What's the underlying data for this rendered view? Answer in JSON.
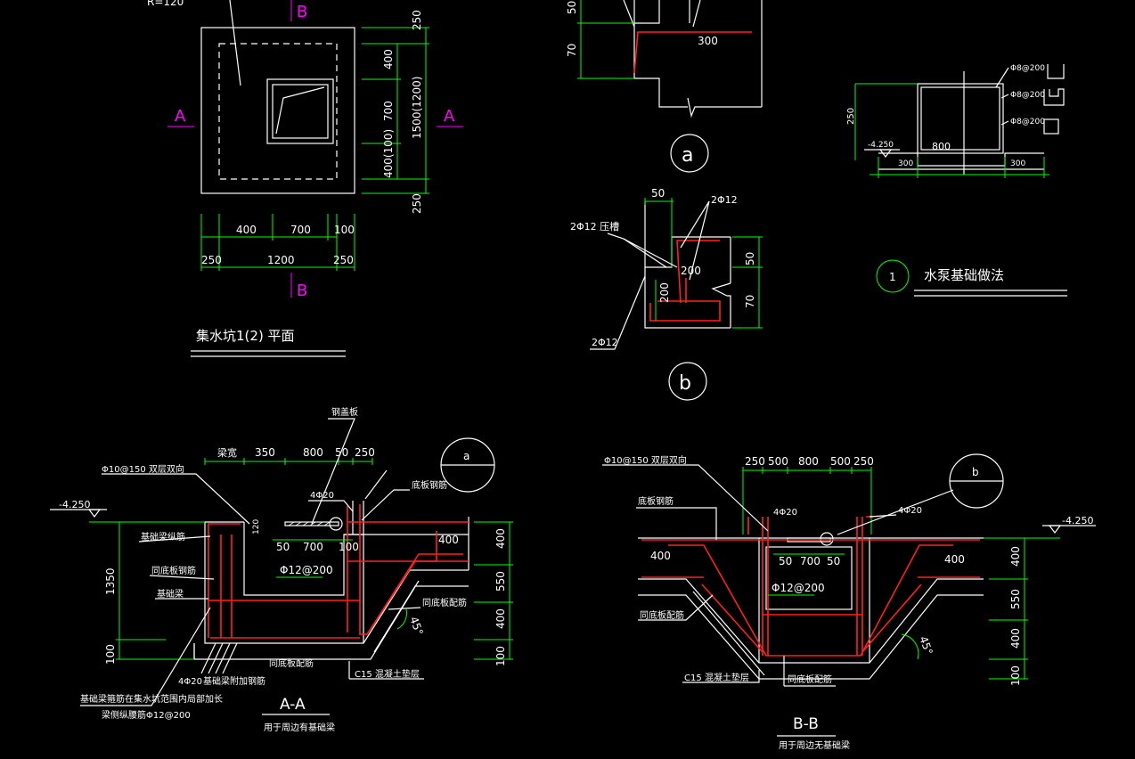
{
  "plan": {
    "note_top": "R=120",
    "section_b": "B",
    "section_a": "A",
    "dims_h_top": [
      "400",
      "700",
      "100"
    ],
    "dims_h_bottom": [
      "250",
      "1200",
      "250"
    ],
    "dims_v_inner": [
      "400",
      "700",
      "400(100)"
    ],
    "dims_v_outer": [
      "250",
      "1500(1200)",
      "250"
    ],
    "title": "集水坑1(2) 平面"
  },
  "detail_a": {
    "dims": [
      "50",
      "70",
      "300"
    ],
    "label": "a"
  },
  "detail_b": {
    "dim_top": "50",
    "bar_top": "2Φ12",
    "bar_left": "2Φ12 压槽",
    "bar_bottom": "2Φ12",
    "dims_inner": [
      "200",
      "200"
    ],
    "dims_right": [
      "50",
      "70"
    ],
    "label": "b"
  },
  "pump": {
    "bars": [
      "Φ8@200",
      "Φ8@200",
      "Φ8@200"
    ],
    "dim_h": "250",
    "elev": "-4.250",
    "dims_bottom": [
      "300",
      "800",
      "300"
    ],
    "circle_no": "1",
    "title": "水泵基础做法"
  },
  "section_aa": {
    "top_labels": [
      "梁宽",
      "350",
      "800",
      "50",
      "250"
    ],
    "callout_top": "钢盖板",
    "callout_rebar": "Φ10@150 双层双向",
    "bar_4": "4Φ20",
    "floor_rebar": "底板钢筋",
    "detail_circle": "a",
    "elev": "-4.250",
    "left_labels": [
      "基础梁纵筋",
      "同底板钢筋",
      "基础梁"
    ],
    "inner_dims": [
      "120",
      "50",
      "700",
      "100"
    ],
    "inner_bar": "Φ12@200",
    "slab_400": "400",
    "dims_right": [
      "400",
      "550",
      "400",
      "100"
    ],
    "dims_left": [
      "1350",
      "100"
    ],
    "angle": "45°",
    "same_floor_1": "同底板配筋",
    "same_floor_2": "同底板配筋",
    "concrete": "C15 混凝土垫层",
    "bar_bottom": "4Φ20",
    "beam_extra": "基础梁附加钢筋",
    "note_1": "基础梁箍筋在集水坑范围内局部加长",
    "note_2": "梁侧纵腰筋Φ12@200",
    "title": "A-A",
    "subtitle": "用于周边有基础梁"
  },
  "section_bb": {
    "callout_rebar": "Φ10@150 双层双向",
    "top_dims": [
      "250",
      "500",
      "800",
      "500",
      "250"
    ],
    "detail_circle": "b",
    "floor_rebar": "底板钢筋",
    "bar_4_left": "4Φ20",
    "bar_4_right": "4Φ20",
    "elev": "-4.250",
    "slab_left": "400",
    "slab_right": "400",
    "inner_dims": [
      "50",
      "700",
      "50"
    ],
    "inner_bar": "Φ12@200",
    "dims_right": [
      "400",
      "550",
      "400",
      "100"
    ],
    "same_floor_1": "同底板配筋",
    "angle": "45°",
    "concrete": "C15 混凝土垫层",
    "same_floor_2": "同底板配筋",
    "title": "B-B",
    "subtitle": "用于周边无基础梁"
  }
}
